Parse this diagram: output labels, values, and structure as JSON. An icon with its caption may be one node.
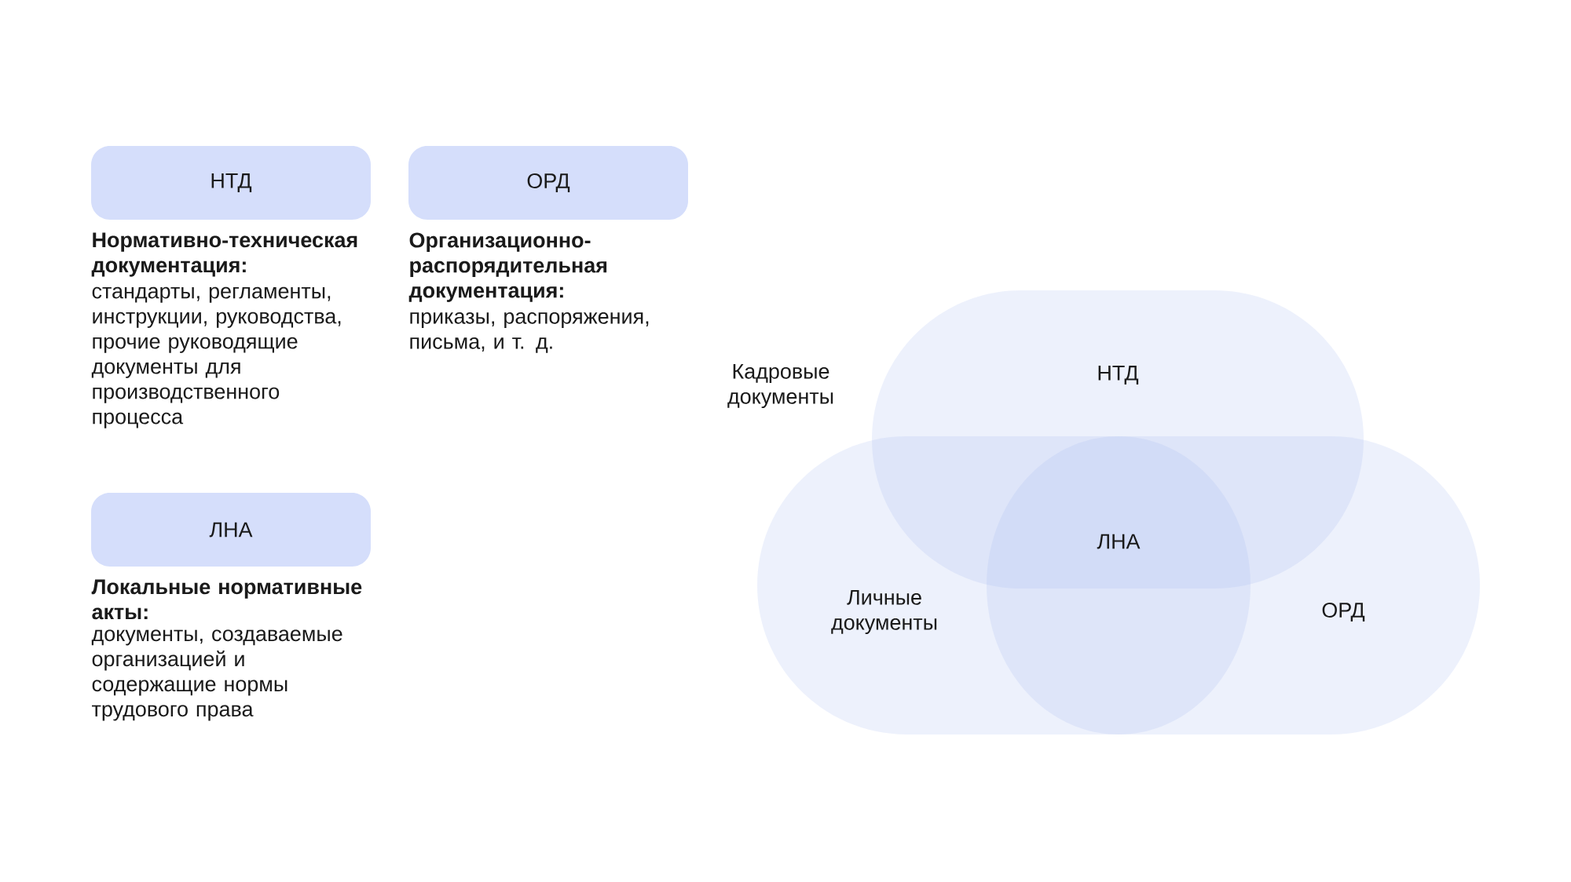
{
  "diagram": {
    "nodes": [
      {
        "text": [
          "НТД"
        ],
        "beside": [
          "Нормативно-техническая документация:",
          "стандарты, регламенты, инструкции, руководства, прочие руководящие документы для производственного процесса"
        ]
      },
      {
        "text": [
          "ОРД"
        ],
        "beside": [
          "Организационно-распорядительная документация:",
          "приказы, распоряжения, письма, и т. д."
        ]
      },
      {
        "text": [
          "ЛНА"
        ],
        "beside": [
          "Локальные нормативные акты:",
          "документы, создаваемые организацией и содержащие нормы трудового права"
        ]
      },
      {
        "text": [
          "НТД"
        ]
      },
      {
        "text": [
          "Личные документы",
          "ОРД"
        ]
      },
      {
        "text": [
          "ЛНА"
        ],
        "in": 4
      }
    ],
    "labels": [
      "Кадровые документы"
    ]
  }
}
